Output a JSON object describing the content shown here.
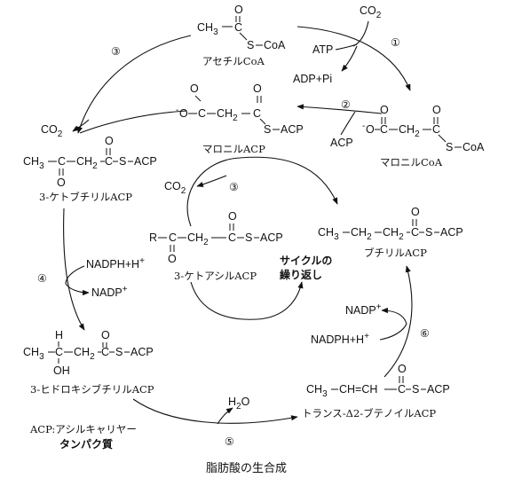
{
  "acetyl": {
    "ch3": "CH",
    "sub3": "3",
    "c": "C",
    "o": "O",
    "s": "S",
    "coa": "CoA",
    "name": "アセチルCoA"
  },
  "step1": {
    "num": "①",
    "co2": "CO",
    "co2sub": "2",
    "atp": "ATP",
    "adp": "ADP+Pi"
  },
  "malonyl_coa": {
    "o_minus": "O",
    "c1": "C",
    "ch2": "CH",
    "sub2": "2",
    "c2": "C",
    "s": "S",
    "coa": "CoA",
    "o_top": "O",
    "o_top2": "O",
    "minus": "-",
    "name": "マロニルCoA"
  },
  "step2": {
    "num": "②",
    "acp": "ACP"
  },
  "malonyl_acp": {
    "o_minus": "O",
    "minus": "-",
    "c1": "C",
    "ch2": "CH",
    "sub2": "2",
    "c2": "C",
    "s": "S",
    "acp": "ACP",
    "o_top": "O",
    "o_top2": "O",
    "name": "マロニルACP"
  },
  "step3": {
    "num": "③",
    "co2": "CO",
    "co2sub": "2"
  },
  "ketobutyryl": {
    "ch3": "CH",
    "sub3": "3",
    "c": "C",
    "ch2": "CH",
    "sub2": "2",
    "c2": "C",
    "s": "S",
    "acp": "ACP",
    "o_bottom": "O",
    "o_top": "O",
    "name": "3-ケトブチリルACP"
  },
  "ketoacyl": {
    "r": "R",
    "c": "C",
    "ch2": "CH",
    "sub2": "2",
    "c2": "C",
    "s": "S",
    "acp": "ACP",
    "o_bottom": "O",
    "o_top": "O",
    "name": "3-ケトアシルACP"
  },
  "cycle_label": {
    "line1": "サイクルの",
    "line2": "繰り返し"
  },
  "butyryl": {
    "ch3": "CH",
    "sub3": "3",
    "ch2a": "CH",
    "ch2b": "CH",
    "sub2": "2",
    "c": "C",
    "s": "S",
    "acp": "ACP",
    "o_top": "O",
    "name": "ブチリルACP"
  },
  "step4": {
    "num": "④",
    "nadph": "NADPH+H",
    "plus": "+",
    "nadp": "NADP",
    "nadp_plus": "+"
  },
  "step6": {
    "num": "⑥",
    "nadph": "NADPH+H",
    "plus": "+",
    "nadp": "NADP",
    "nadp_plus": "+"
  },
  "hydroxybutyryl": {
    "h": "H",
    "ch3": "CH",
    "sub3": "3",
    "c": "C",
    "ch2": "CH",
    "sub2": "2",
    "c2": "C",
    "s": "S",
    "acp": "ACP",
    "oh": "OH",
    "o_top": "O",
    "name": "3-ヒドロキシブチリルACP"
  },
  "butenoyl": {
    "ch3": "CH",
    "sub3": "3",
    "chch": "CH=CH",
    "c": "C",
    "s": "S",
    "acp": "ACP",
    "o_top": "O",
    "name": "トランス-Δ2-ブテノイルACP"
  },
  "step5": {
    "num": "⑤",
    "h2o": "H",
    "h2o_sub": "2",
    "h2o_o": "O"
  },
  "legend": {
    "line1": "ACP:アシルキャリヤー",
    "line2": "タンパク質"
  },
  "caption": "脂肪酸の生合成"
}
